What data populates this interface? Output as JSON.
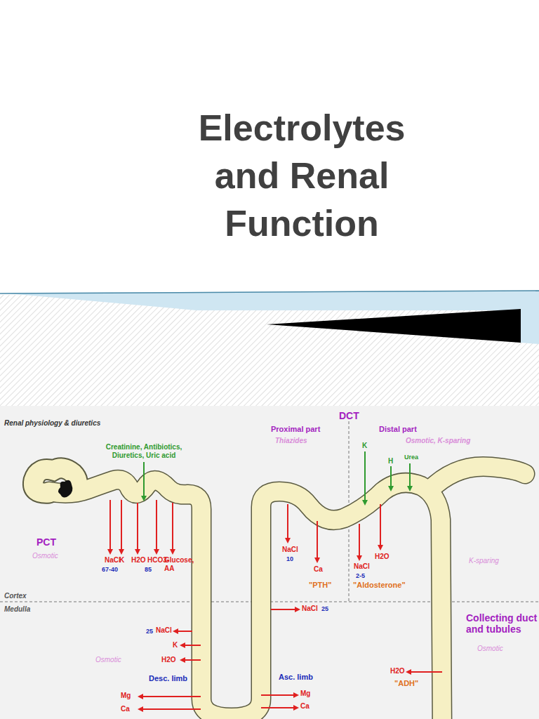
{
  "diagram": {
    "title": "Electrolytes and Renal Function",
    "labels": [
      "Renal physiology & diuretics",
      "Creatinine, Antibiotics, Diuretics, Uric acid",
      "DCT",
      "Proximal part",
      "Thiazides",
      "Distal part",
      "Osmotic, K-sparing",
      "K",
      "H",
      "Urea",
      "PCT",
      "Osmotic",
      "NaCl",
      "67-40",
      "K",
      "H2O",
      "HCO3-",
      "85",
      "Glucose, AA",
      "NaCl",
      "10",
      "Ca",
      "\"PTH\"",
      "NaCl",
      "2-5",
      "H2O",
      "\"Aldosterone\"",
      "K-sparing",
      "Cortex",
      "Medulla",
      "NaCl",
      "25",
      "25",
      "NaCl",
      "K",
      "H2O",
      "Osmotic",
      "Desc. limb",
      "Mg",
      "Ca",
      "Asc. limb",
      "Mg",
      "Ca",
      "Collecting duct and tubules",
      "Osmotic",
      "H2O",
      "\"ADH\""
    ]
  }
}
